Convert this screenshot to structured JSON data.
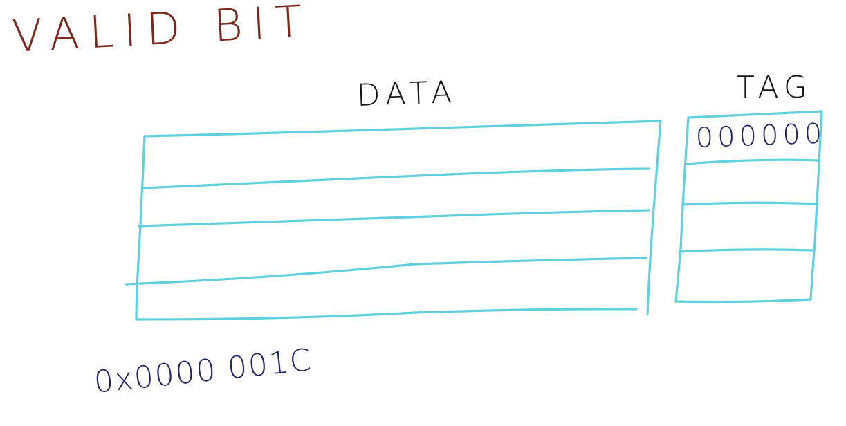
{
  "title": "VALID BIT",
  "data_table": {
    "label": "DATA",
    "row_count": 4
  },
  "tag_table": {
    "label": "TAG",
    "row_count": 4,
    "first_row_value": "000000"
  },
  "address": {
    "prefix": "0x",
    "high": "0000",
    "low": "001C"
  },
  "colors": {
    "title_ink": "#7a2a1c",
    "label_ink": "#141414",
    "value_ink": "#1e2462",
    "line_ink": "#5fd0dc",
    "background": "#ffffff"
  }
}
